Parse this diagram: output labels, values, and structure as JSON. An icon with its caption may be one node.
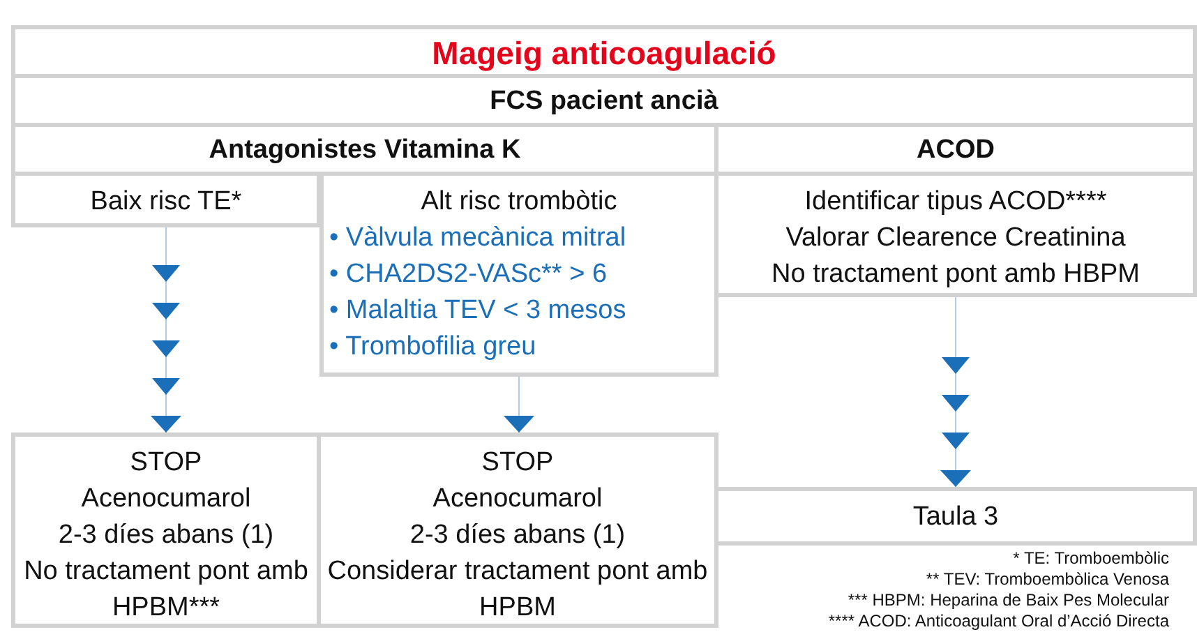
{
  "diagram": {
    "nodes": [
      {
        "text": [
          "Mageig anticoagulació"
        ]
      },
      {
        "text": [
          "FCS pacient ancià"
        ]
      },
      {
        "text": [
          "Antagonistes Vitamina K"
        ]
      },
      {
        "text": [
          "ACOD"
        ]
      },
      {
        "text": [
          "Baix risc TE*"
        ]
      },
      {
        "text": [
          "Alt risc trombòtic",
          "• Vàlvula mecànica mitral",
          "• CHA2DS2-VASc** > 6",
          "• Malaltia TEV < 3 mesos",
          "• Trombofilia greu"
        ]
      },
      {
        "text": [
          "Identificar tipus ACOD****",
          "Valorar Clearence Creatinina",
          "No tractament pont amb HBPM"
        ]
      },
      {
        "text": [
          "STOP",
          "Acenocumarol",
          "2-3 díes abans (1)",
          "No tractament pont amb HPBM***"
        ]
      },
      {
        "text": [
          "STOP",
          "Acenocumarol",
          "2-3 díes abans (1)",
          "Considerar tractament pont amb HPBM"
        ]
      },
      {
        "text": [
          "Taula 3"
        ]
      }
    ],
    "edges": [
      {
        "from": 4,
        "to": 7,
        "arrow": "to"
      },
      {
        "from": 5,
        "to": 8,
        "arrow": "to"
      },
      {
        "from": 6,
        "to": 9,
        "arrow": "to"
      }
    ],
    "labels": [
      "* TE: Tromboembòlic",
      "** TEV: Tromboembòlica Venosa",
      "*** HBPM: Heparina de Baix Pes Molecular",
      "**** ACOD: Anticoagulant Oral d’Acció Directa"
    ]
  }
}
